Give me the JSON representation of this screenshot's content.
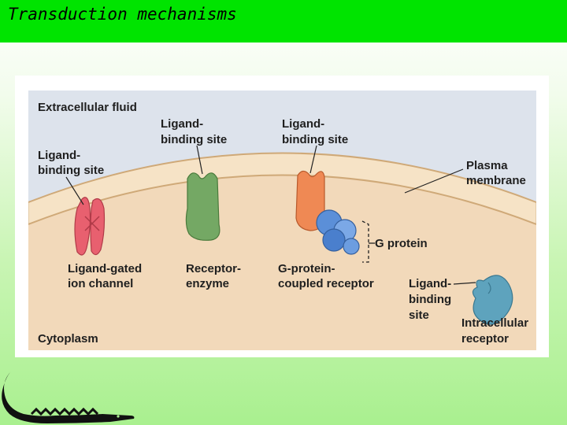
{
  "header": {
    "title": "Transduction mechanisms"
  },
  "colors": {
    "title_bar": "#00e400",
    "extracellular": "#dde3ec",
    "cytoplasm": "#f2d9ba",
    "membrane": "#f6e3c6",
    "ion_channel": "#e8606f",
    "receptor_enzyme": "#74a864",
    "gpcr": "#ef8954",
    "g_protein": "#5b8fd8",
    "intracellular_receptor": "#5ea3bd"
  },
  "diagram": {
    "extracellular": "Extracellular  fluid",
    "cytoplasm": "Cytoplasm",
    "plasma_membrane": [
      "Plasma",
      "membrane"
    ],
    "ligand_site_left": [
      "Ligand-",
      "binding site"
    ],
    "ligand_site_mid": [
      "Ligand-",
      "binding site"
    ],
    "ligand_site_right": [
      "Ligand-",
      "binding site"
    ],
    "ion_channel": [
      "Ligand-gated",
      "ion channel"
    ],
    "receptor_enzyme": [
      "Receptor-",
      "enzyme"
    ],
    "gpcr": [
      "G-protein-",
      "coupled receptor"
    ],
    "g_protein": "G protein",
    "intracellular_ligand": [
      "Ligand-",
      "binding",
      "site"
    ],
    "intracellular_receptor": [
      "Intracellular",
      "receptor"
    ]
  }
}
